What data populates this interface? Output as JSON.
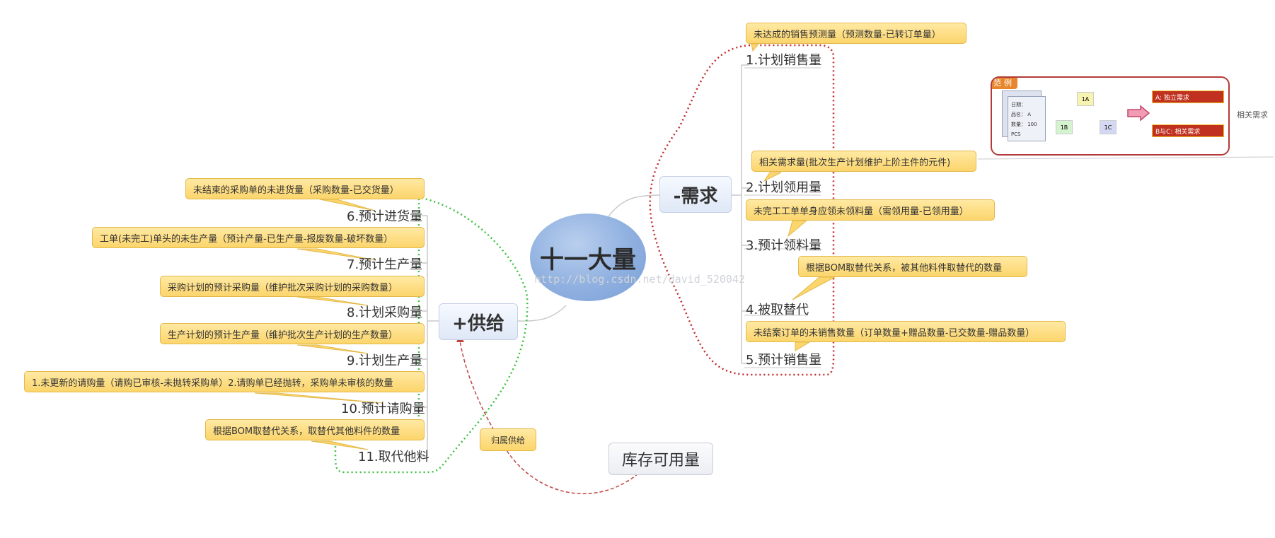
{
  "center": "十一大量",
  "demand_branch": "-需求",
  "supply_branch": "+供给",
  "stock_node": "库存可用量",
  "association_label": "归属供给",
  "watermark": "http://blog.csdn.net/david_520042",
  "demand_items": [
    {
      "label": "1.计划销售量",
      "note": "未达成的销售预测量（预测数量-已转订单量）"
    },
    {
      "label": "2.计划领用量",
      "note": "相关需求量(批次生产计划维护上阶主件的元件)"
    },
    {
      "label": "3.预计领料量",
      "note": "未完工工单单身应领未领料量（需领用量-已领用量）"
    },
    {
      "label": "4.被取替代",
      "note": "根据BOM取替代关系，被其他料件取替代的数量"
    },
    {
      "label": "5.预计销售量",
      "note": "未结案订单的未销售数量（订单数量+赠品数量-已交数量-赠品数量）"
    }
  ],
  "supply_items": [
    {
      "label": "6.预计进货量",
      "note": "未结束的采购单的未进货量（采购数量-已交货量）"
    },
    {
      "label": "7.预计生产量",
      "note": "工单(未完工)单头的未生产量（预计产量-已生产量-报废数量-破坏数量）"
    },
    {
      "label": "8.计划采购量",
      "note": "采购计划的预计采购量（维护批次采购计划的采购数量）"
    },
    {
      "label": "9.计划生产量",
      "note": "生产计划的预计生产量（维护批次生产计划的生产数量）"
    },
    {
      "label": "10.预计请购量",
      "note": "1.未更新的请购量（请购已审核-未抛转采购单）2.请购单已经抛转，采购单未审核的数量"
    },
    {
      "label": "11.取代他料",
      "note": "根据BOM取替代关系，取替代其他料件的数量"
    }
  ],
  "example": {
    "title": "范例",
    "doc_lines": [
      "日期：",
      "品名： A",
      "数量： 100 PCS"
    ],
    "nodes": [
      "1A",
      "1B",
      "1C"
    ],
    "result_a": "A: 独立需求",
    "result_bc": "B与C: 相关需求",
    "side_label": "相关需求"
  }
}
